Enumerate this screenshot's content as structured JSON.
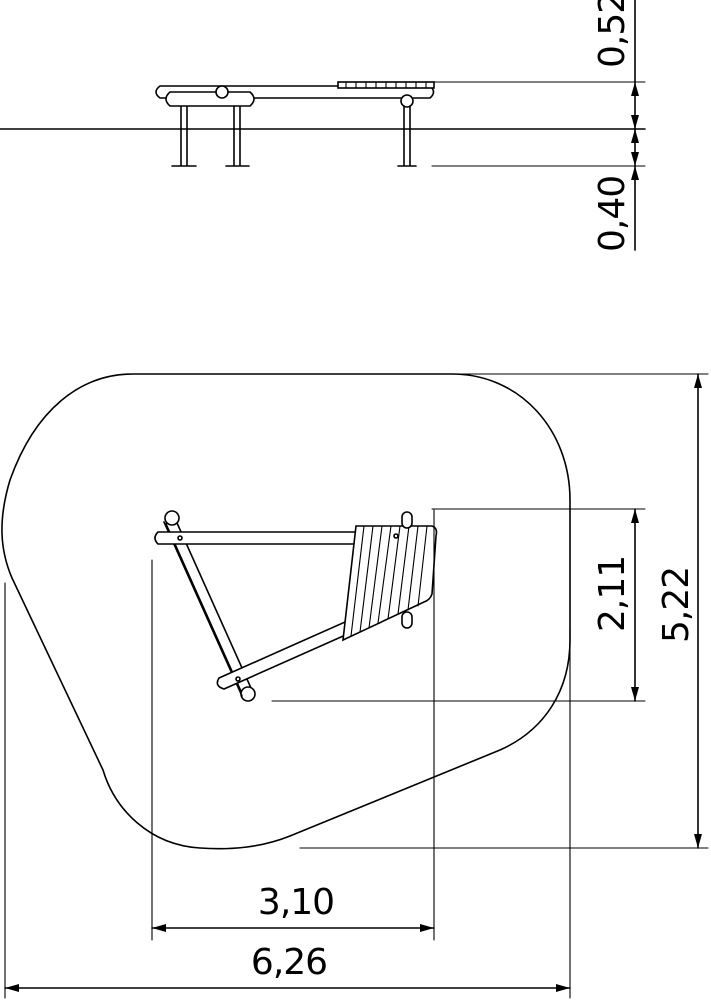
{
  "elevation": {
    "height_above_ground": "0,52",
    "foundation_depth": "0,40"
  },
  "plan": {
    "equipment_depth": "2,11",
    "surface_depth": "5,22",
    "equipment_width": "3,10",
    "surface_width": "6,26"
  },
  "colors": {
    "line": "#000000",
    "background": "#ffffff"
  }
}
